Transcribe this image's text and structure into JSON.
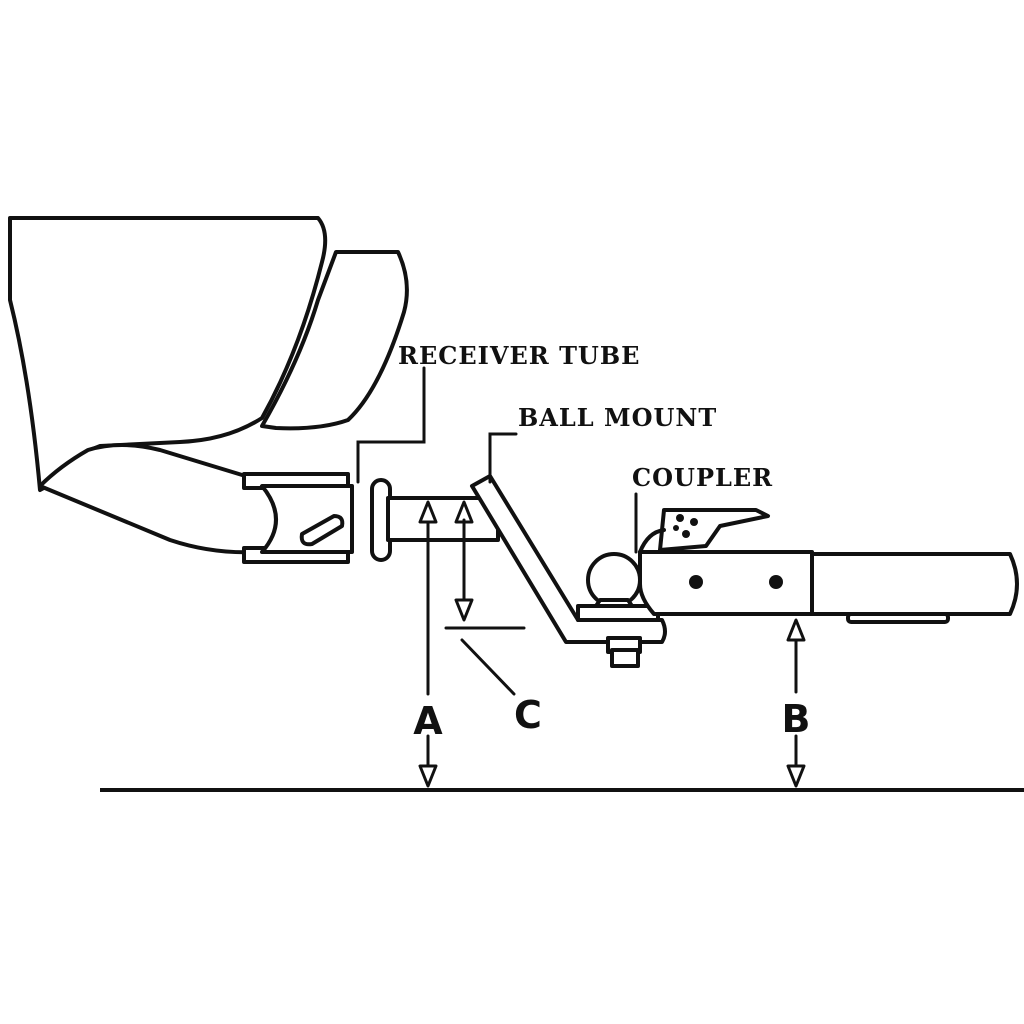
{
  "labels": {
    "receiver_tube": "RECEIVER TUBE",
    "ball_mount": "BALL MOUNT",
    "coupler": "COUPLER"
  },
  "dimensions": {
    "a": "A",
    "b": "B",
    "c": "C"
  },
  "colors": {
    "line": "#111111",
    "background": "#ffffff"
  }
}
